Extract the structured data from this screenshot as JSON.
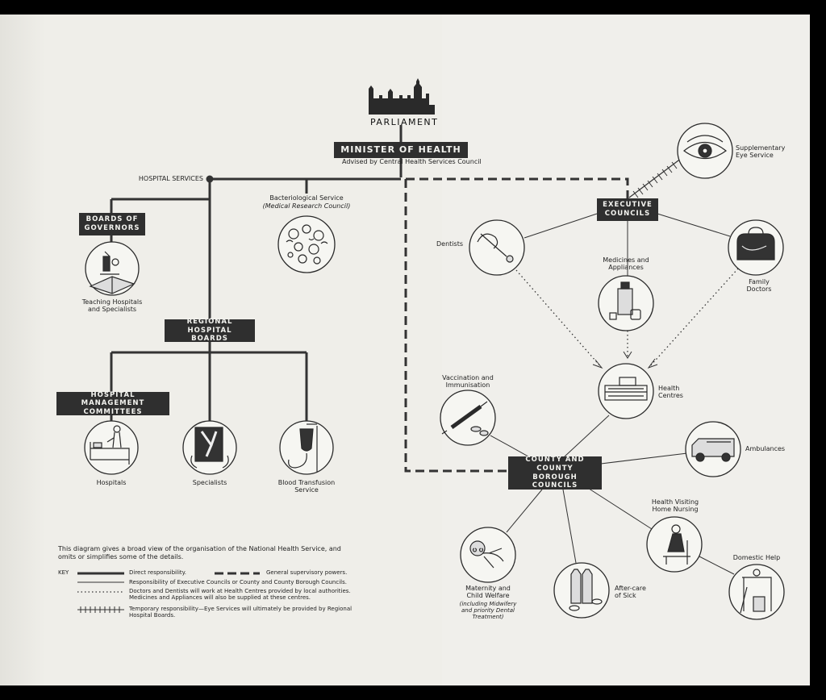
{
  "header": {
    "parliament": "PARLIAMENT",
    "minister": "MINISTER OF HEALTH",
    "minister_sub": "Advised by Central Health Services Council",
    "hospital_services": "HOSPITAL SERVICES"
  },
  "boxes": {
    "boards_of_governors": [
      "BOARDS OF",
      "GOVERNORS"
    ],
    "regional_boards": [
      "REGIONAL",
      "HOSPITAL BOARDS"
    ],
    "hmc": [
      "HOSPITAL MANAGEMENT",
      "COMMITTEES"
    ],
    "executive_councils": [
      "EXECUTIVE",
      "COUNCILS"
    ],
    "county_councils": [
      "COUNTY AND",
      "COUNTY BOROUGH",
      "COUNCILS"
    ]
  },
  "labels": {
    "bacteriological": "Bacteriological Service",
    "bacteriological_sub": "(Medical Research Council)",
    "teaching": [
      "Teaching Hospitals",
      "and Specialists"
    ],
    "hospitals": "Hospitals",
    "specialists": "Specialists",
    "blood": [
      "Blood Transfusion",
      "Service"
    ],
    "dentists": "Dentists",
    "eye": [
      "Supplementary",
      "Eye Service"
    ],
    "medicines": [
      "Medicines and",
      "Appliances"
    ],
    "family_doctors": [
      "Family",
      "Doctors"
    ],
    "health_centres": [
      "Health",
      "Centres"
    ],
    "vaccination": [
      "Vaccination and",
      "Immunisation"
    ],
    "ambulances": "Ambulances",
    "health_visiting": [
      "Health Visiting",
      "Home Nursing"
    ],
    "domestic_help": "Domestic Help",
    "maternity": [
      "Maternity and",
      "Child Welfare"
    ],
    "maternity_sub": [
      "(including Midwifery",
      "and priority Dental",
      "Treatment)"
    ],
    "aftercare": [
      "After-care",
      "of Sick"
    ]
  },
  "note": [
    "This diagram gives a broad view of the organisation of the National Health Service, and",
    "omits or simplifies some of the details."
  ],
  "key": {
    "title": "KEY",
    "direct": "Direct responsibility.",
    "general": "General supervisory powers.",
    "responsibility": "Responsibility of Executive Councils or County and County Borough Councils.",
    "dotted": [
      "Doctors and Dentists will work at Health Centres provided by local authorities.",
      "Medicines and Appliances will also be supplied at these centres."
    ],
    "temporary": [
      "Temporary responsibility—Eye Services will ultimately be provided by Regional",
      "Hospital Boards."
    ]
  },
  "icons": {
    "parliament": "parliament-skyline-icon",
    "teaching": "microscope-book-icon",
    "bacteriological": "bacteria-icon",
    "hospitals": "hospital-bed-icon",
    "specialists": "xray-icon",
    "blood": "blood-drip-icon",
    "dentists": "dental-mirror-icon",
    "eye": "eye-icon",
    "medicines": "medicine-bottle-icon",
    "family_doctors": "doctors-bag-icon",
    "health_centres": "building-icon",
    "vaccination": "syringe-icon",
    "ambulances": "ambulance-icon",
    "health_visiting": "nurse-chair-icon",
    "domestic_help": "domestic-help-icon",
    "maternity": "baby-icon",
    "aftercare": "milk-bottles-icon"
  },
  "colors": {
    "paper": "#efeee9",
    "ink": "#2f2f2f",
    "box": "#2f2f2f",
    "box_text": "#f4f4f0"
  }
}
